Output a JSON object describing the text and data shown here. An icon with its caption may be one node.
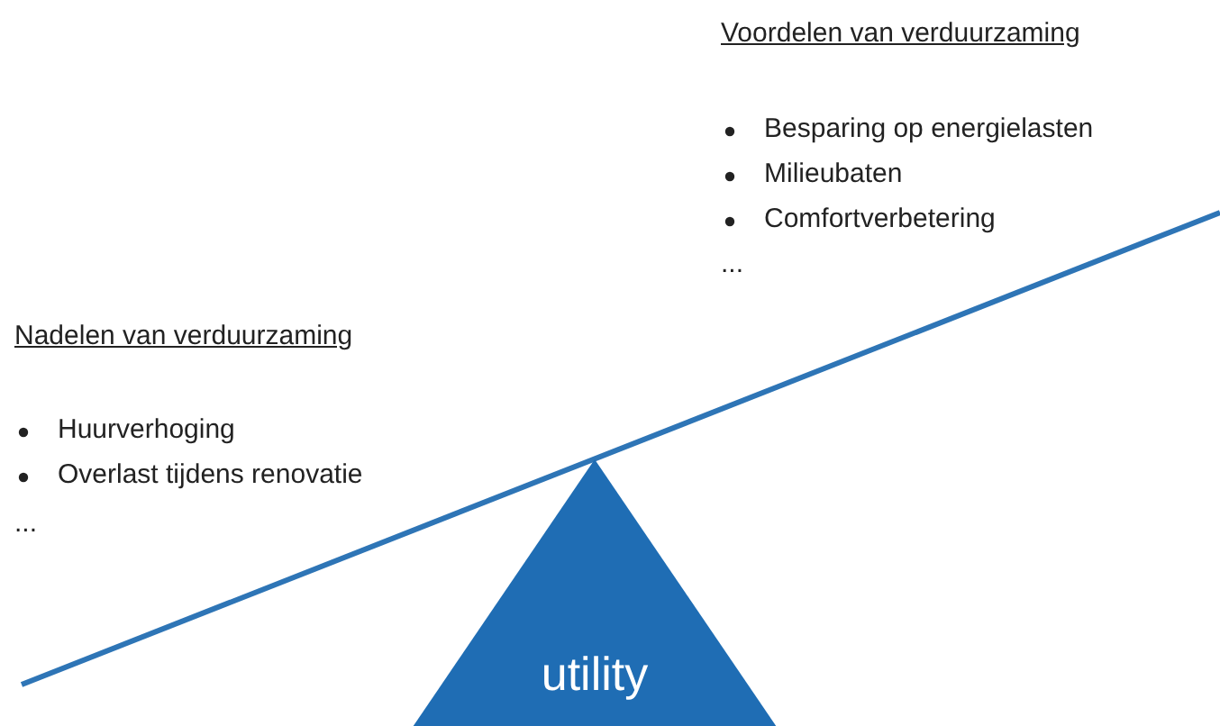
{
  "diagram": {
    "nodes": [
      {
        "text": [
          "utility"
        ]
      }
    ],
    "labels": [
      "Voordelen van verduurzaming",
      "Besparing op energielasten",
      "Milieubaten",
      "Comfortverbetering",
      "...",
      "Nadelen van verduurzaming",
      "Huurverhoging",
      "Overlast tijdens renovatie",
      "..."
    ]
  }
}
